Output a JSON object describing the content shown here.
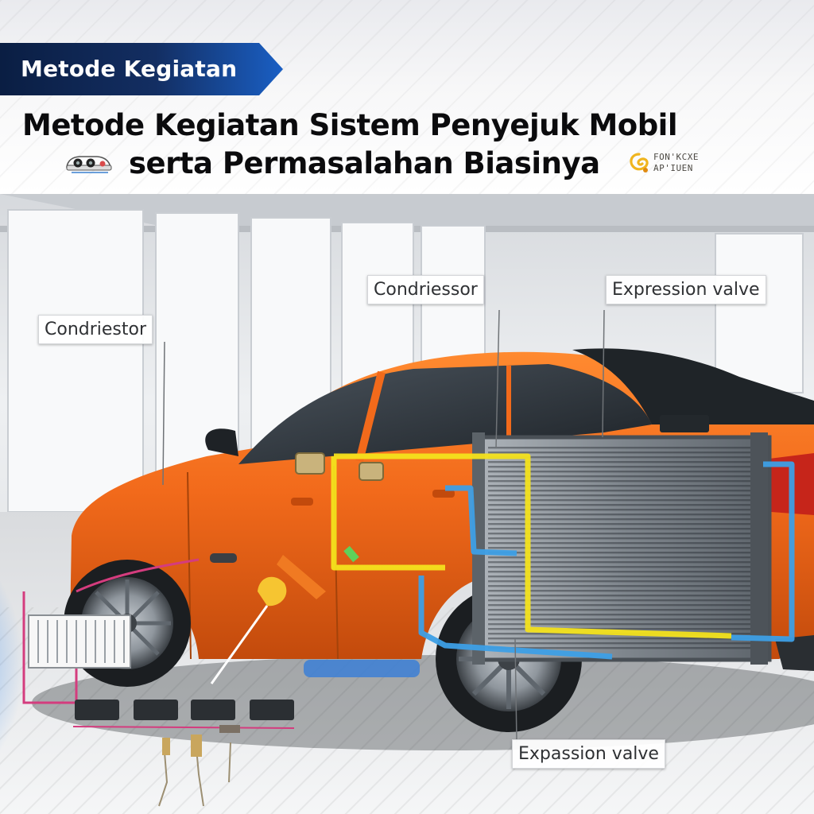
{
  "header": {
    "section_tag": "Metode Kegiatan",
    "title_line_1": "Metode Kegiatan Sistem Penyejuk Mobil",
    "title_line_2": "serta Permasalahan Biasinya",
    "decor_text_line_1": "FON'KCXE",
    "decor_text_line_2": "AP'IUEN"
  },
  "labels": {
    "condriestor": "Condriestor",
    "condriessor": "Condriessor",
    "expression_valve": "Expression valve",
    "expassion_valve": "Expassion valve"
  },
  "colors": {
    "car_body": "#f26a1b",
    "banner_dark": "#0a1e43",
    "banner_accent": "#1a5fc4",
    "pipe_high": "#f3e21c",
    "pipe_low": "#3d9fe6",
    "radiator": "#8d949b",
    "label_text": "#2f3134"
  }
}
